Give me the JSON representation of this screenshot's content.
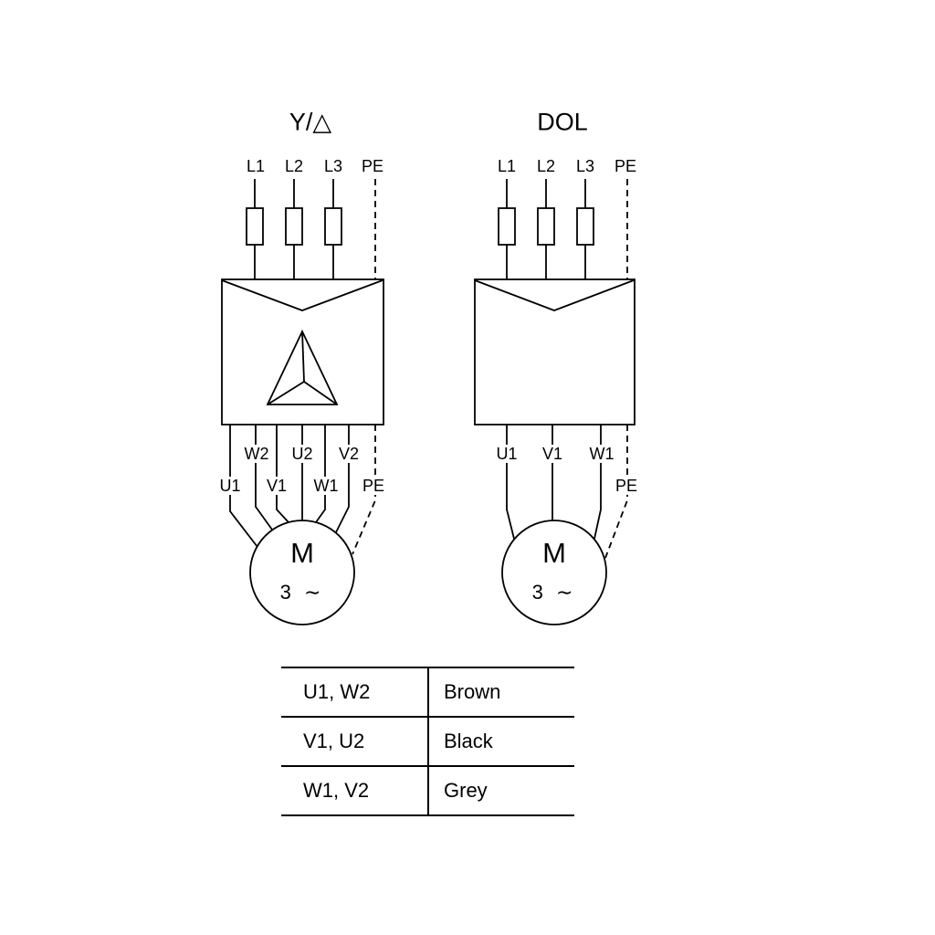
{
  "left": {
    "title": "Y/△",
    "supply": [
      "L1",
      "L2",
      "L3",
      "PE"
    ],
    "row1": [
      "W2",
      "U2",
      "V2"
    ],
    "row2": [
      "U1",
      "V1",
      "W1",
      "PE"
    ],
    "motor": {
      "m": "M",
      "phase": "3 ∼"
    }
  },
  "right": {
    "title": "DOL",
    "supply": [
      "L1",
      "L2",
      "L3",
      "PE"
    ],
    "row1": [
      "U1",
      "V1",
      "W1"
    ],
    "row2": [
      "PE"
    ],
    "motor": {
      "m": "M",
      "phase": "3 ∼"
    }
  },
  "table": {
    "rows": [
      {
        "terminals": "U1, W2",
        "color": "Brown"
      },
      {
        "terminals": "V1, U2",
        "color": "Black"
      },
      {
        "terminals": "W1, V2",
        "color": "Grey"
      }
    ]
  },
  "colors": {
    "line": "#000000",
    "background": "#ffffff"
  }
}
